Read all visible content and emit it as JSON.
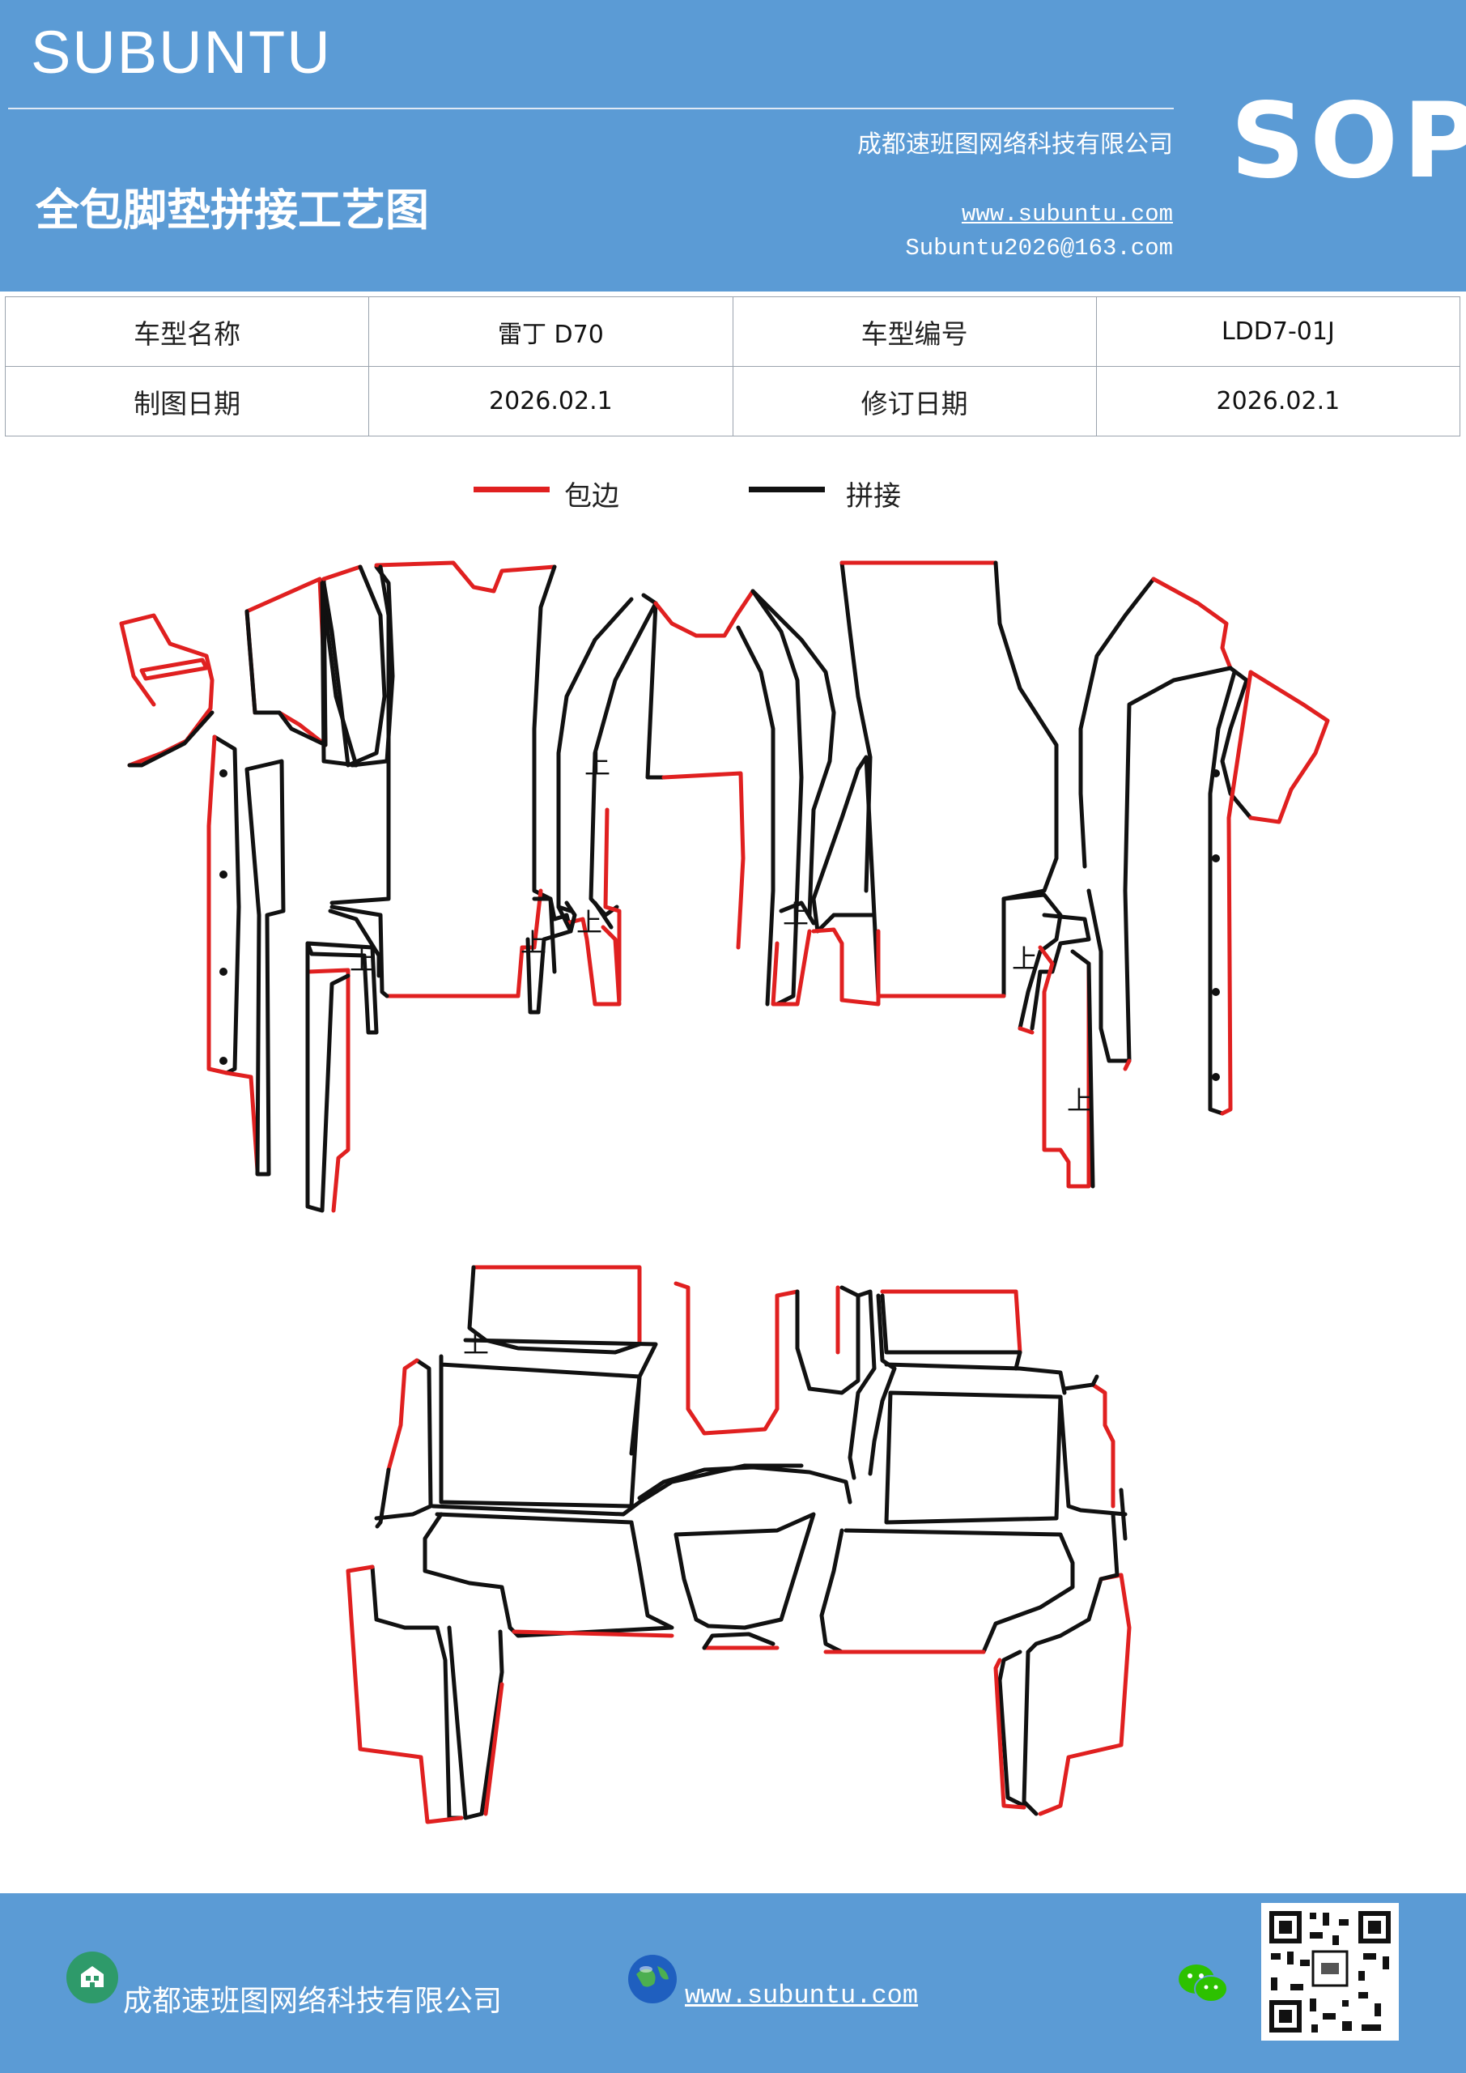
{
  "header": {
    "brand": "SUBUNTU",
    "title": "全包脚垫拼接工艺图",
    "company": "成都速班图网络科技有限公司",
    "website": "www.subuntu.com",
    "email": "Subuntu2026@163.com",
    "badge": "SOP"
  },
  "info_table": {
    "model_name_label": "车型名称",
    "model_name_value": "雷丁 D70",
    "model_code_label": "车型编号",
    "model_code_value": "LDD7-01J",
    "draw_date_label": "制图日期",
    "draw_date_value": "2026.02.1",
    "revise_date_label": "修订日期",
    "revise_date_value": "2026.02.1"
  },
  "legend": {
    "edge_label": "包边",
    "edge_color": "#e02020",
    "seam_label": "拼接",
    "seam_color": "#111111"
  },
  "drawing": {
    "up_mark": "上"
  },
  "footer": {
    "company": "成都速班图网络科技有限公司",
    "website": "www.subuntu.com",
    "icons": [
      "building-icon",
      "globe-icon",
      "wechat-icon",
      "qr-code"
    ]
  }
}
